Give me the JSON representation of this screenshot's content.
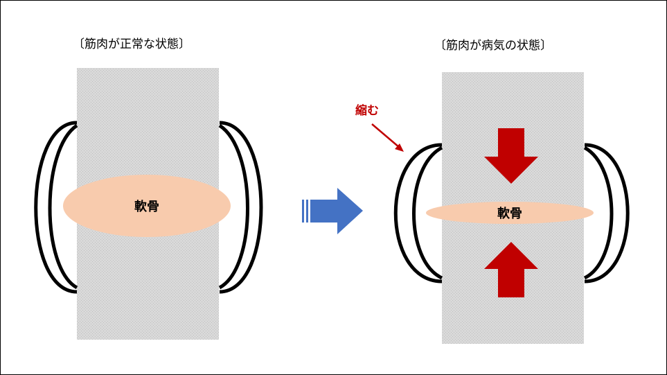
{
  "normal_panel": {
    "title": "〔筋肉が正常な状態〕",
    "cartilage_label": "軟骨"
  },
  "diseased_panel": {
    "title": "〔筋肉が病気の状態〕",
    "cartilage_label": "軟骨",
    "shrink_label": "縮む"
  },
  "colors": {
    "bone_fill": "#d9d9d9",
    "cartilage_fill": "#f8cbad",
    "transition_arrow": "#4472c4",
    "compression_arrow": "#c00000",
    "muscle_stroke": "#000000"
  }
}
